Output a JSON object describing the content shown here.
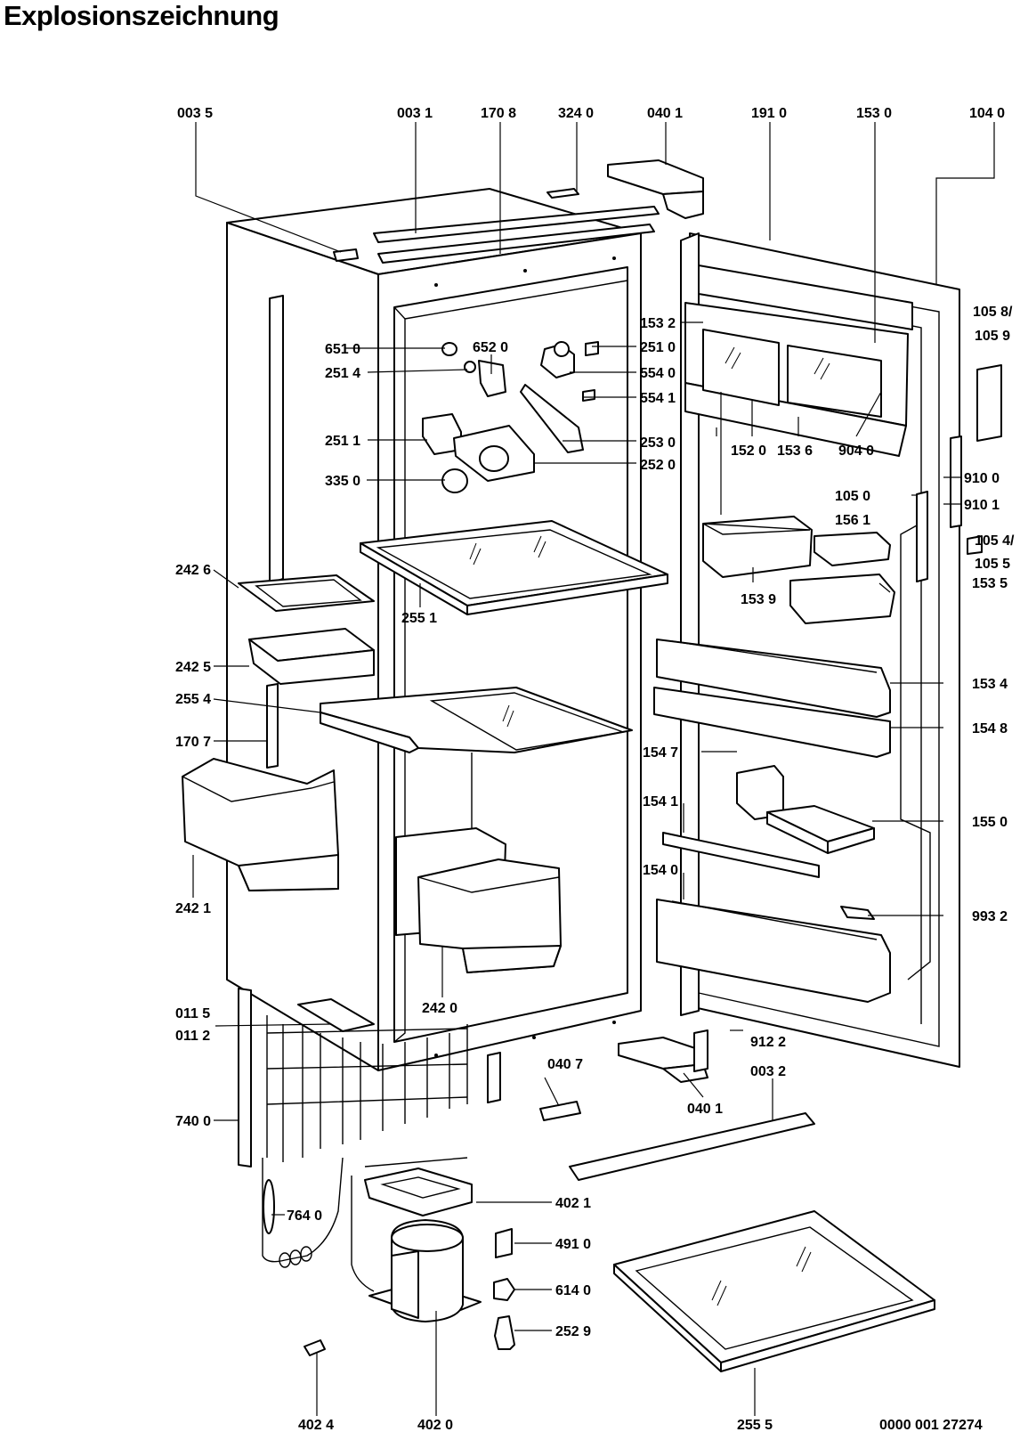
{
  "title": "Explosionszeichnung",
  "drawing_number": "0000 001 27274",
  "labels": [
    {
      "id": "l0035",
      "text": "003 5"
    },
    {
      "id": "l0031",
      "text": "003 1"
    },
    {
      "id": "l1708",
      "text": "170 8"
    },
    {
      "id": "l3240",
      "text": "324 0"
    },
    {
      "id": "l0401a",
      "text": "040 1"
    },
    {
      "id": "l1910",
      "text": "191 0"
    },
    {
      "id": "l1530",
      "text": "153 0"
    },
    {
      "id": "l1040",
      "text": "104 0"
    },
    {
      "id": "l1058",
      "text": "105 8/"
    },
    {
      "id": "l1059",
      "text": "105 9"
    },
    {
      "id": "l1532",
      "text": "153 2"
    },
    {
      "id": "l6520",
      "text": "652 0"
    },
    {
      "id": "l6510",
      "text": "651 0"
    },
    {
      "id": "l2510",
      "text": "251 0"
    },
    {
      "id": "l2514",
      "text": "251 4"
    },
    {
      "id": "l5540",
      "text": "554 0"
    },
    {
      "id": "l5541",
      "text": "554 1"
    },
    {
      "id": "l2511",
      "text": "251 1"
    },
    {
      "id": "l2530",
      "text": "253 0"
    },
    {
      "id": "l1520",
      "text": "152 0"
    },
    {
      "id": "l1536",
      "text": "153 6"
    },
    {
      "id": "l9040",
      "text": "904 0"
    },
    {
      "id": "l2520",
      "text": "252 0"
    },
    {
      "id": "l3350",
      "text": "335 0"
    },
    {
      "id": "l9100",
      "text": "910 0"
    },
    {
      "id": "l1050",
      "text": "105 0"
    },
    {
      "id": "l9101",
      "text": "910 1"
    },
    {
      "id": "l1561",
      "text": "156 1"
    },
    {
      "id": "l1054",
      "text": "105 4/"
    },
    {
      "id": "l1055",
      "text": "105 5"
    },
    {
      "id": "l2426",
      "text": "242 6"
    },
    {
      "id": "l1539",
      "text": "153 9"
    },
    {
      "id": "l1535",
      "text": "153 5"
    },
    {
      "id": "l2425",
      "text": "242 5"
    },
    {
      "id": "l2551",
      "text": "255 1"
    },
    {
      "id": "l1534",
      "text": "153 4"
    },
    {
      "id": "l2554",
      "text": "255 4"
    },
    {
      "id": "l1548",
      "text": "154 8"
    },
    {
      "id": "l1707",
      "text": "170 7"
    },
    {
      "id": "l1547",
      "text": "154 7"
    },
    {
      "id": "l1541",
      "text": "154 1"
    },
    {
      "id": "l1550",
      "text": "155 0"
    },
    {
      "id": "l1540",
      "text": "154 0"
    },
    {
      "id": "l2421",
      "text": "242 1"
    },
    {
      "id": "l9932",
      "text": "993 2"
    },
    {
      "id": "l2420",
      "text": "242 0"
    },
    {
      "id": "l0115",
      "text": "011 5"
    },
    {
      "id": "l0112",
      "text": "011 2"
    },
    {
      "id": "l9122",
      "text": "912 2"
    },
    {
      "id": "l0407",
      "text": "040 7"
    },
    {
      "id": "l0032",
      "text": "003 2"
    },
    {
      "id": "l0401b",
      "text": "040 1"
    },
    {
      "id": "l7400",
      "text": "740 0"
    },
    {
      "id": "l4021",
      "text": "402 1"
    },
    {
      "id": "l7640",
      "text": "764 0"
    },
    {
      "id": "l4910",
      "text": "491 0"
    },
    {
      "id": "l6140",
      "text": "614 0"
    },
    {
      "id": "l2529",
      "text": "252 9"
    },
    {
      "id": "l4024",
      "text": "402 4"
    },
    {
      "id": "l4020",
      "text": "402 0"
    },
    {
      "id": "l2555",
      "text": "255 5"
    }
  ]
}
